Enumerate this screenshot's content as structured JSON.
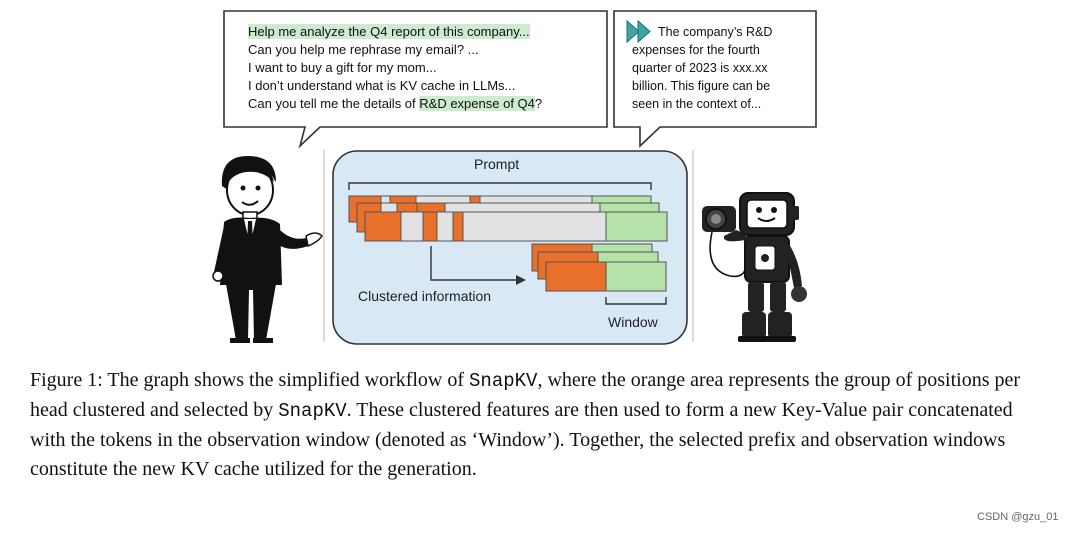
{
  "user_bubble": {
    "lines": [
      {
        "pre": "",
        "highlight": "Help me analyze the Q4 report of this company...",
        "post": ""
      },
      {
        "pre": "Can you help me rephrase my email? ...",
        "highlight": "",
        "post": ""
      },
      {
        "pre": "I want to buy a gift for my mom...",
        "highlight": "",
        "post": ""
      },
      {
        "pre": "I don’t understand what is KV cache in LLMs...",
        "highlight": "",
        "post": ""
      },
      {
        "pre": "Can you tell me the details of ",
        "highlight": "R&D expense of Q4",
        "post": "?"
      }
    ]
  },
  "bot_bubble": {
    "lines": [
      "The company’s R&D",
      "expenses for the fourth",
      "quarter of 2023 is xxx.xx",
      "billion. This figure can be",
      "seen in the context of..."
    ]
  },
  "diagram": {
    "prompt_label": "Prompt",
    "clustered_label": "Clustered information",
    "window_label": "Window"
  },
  "caption": {
    "part1": "Figure 1: The graph shows the simplified workflow of ",
    "snapkv1": "SnapKV",
    "part2": ", where the orange area represents the group of positions per head clustered and selected by ",
    "snapkv2": "SnapKV",
    "part3": ". These clustered features are then used to form a new Key-Value pair concatenated with the tokens in the observation window (denoted as ‘Window’). Together, the selected prefix and observation windows constitute the new KV cache utilized for the generation."
  },
  "watermark": "CSDN @gzu_01",
  "colors": {
    "orange": "#e8702a",
    "green": "#b4e2a8",
    "gray": "#e2e2e2",
    "panel": "#d8e8f5"
  }
}
